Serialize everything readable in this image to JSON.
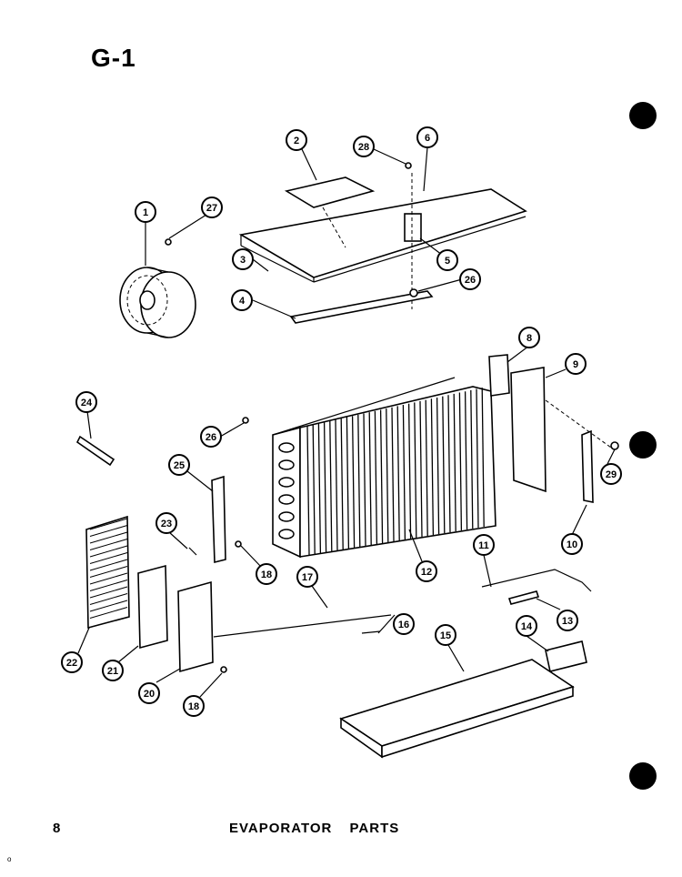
{
  "figure_label": "G-1",
  "page_number": "8",
  "page_title": "EVAPORATOR PARTS",
  "corner_mark": "o",
  "callouts": [
    {
      "id": "c1",
      "label": "1"
    },
    {
      "id": "c2",
      "label": "2"
    },
    {
      "id": "c3",
      "label": "3"
    },
    {
      "id": "c4",
      "label": "4"
    },
    {
      "id": "c5",
      "label": "5"
    },
    {
      "id": "c6",
      "label": "6"
    },
    {
      "id": "c8",
      "label": "8"
    },
    {
      "id": "c9",
      "label": "9"
    },
    {
      "id": "c10",
      "label": "10"
    },
    {
      "id": "c11",
      "label": "11"
    },
    {
      "id": "c12",
      "label": "12"
    },
    {
      "id": "c13",
      "label": "13"
    },
    {
      "id": "c14",
      "label": "14"
    },
    {
      "id": "c15",
      "label": "15"
    },
    {
      "id": "c16",
      "label": "16"
    },
    {
      "id": "c17",
      "label": "17"
    },
    {
      "id": "c18a",
      "label": "18"
    },
    {
      "id": "c18b",
      "label": "18"
    },
    {
      "id": "c20",
      "label": "20"
    },
    {
      "id": "c21",
      "label": "21"
    },
    {
      "id": "c22",
      "label": "22"
    },
    {
      "id": "c23",
      "label": "23"
    },
    {
      "id": "c24",
      "label": "24"
    },
    {
      "id": "c25",
      "label": "25"
    },
    {
      "id": "c26a",
      "label": "26"
    },
    {
      "id": "c26b",
      "label": "26"
    },
    {
      "id": "c27",
      "label": "27"
    },
    {
      "id": "c28",
      "label": "28"
    },
    {
      "id": "c29",
      "label": "29"
    }
  ]
}
